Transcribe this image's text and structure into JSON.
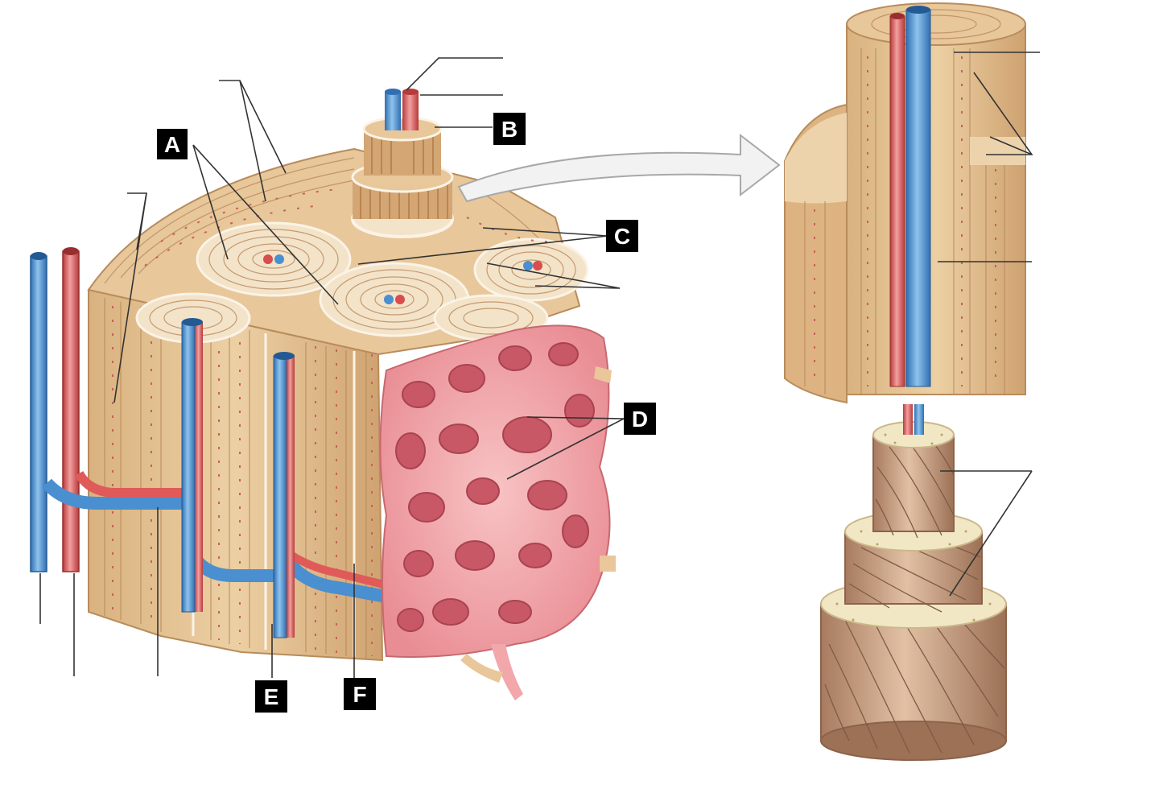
{
  "diagram": {
    "labels": [
      "A",
      "B",
      "C",
      "D",
      "E",
      "F"
    ],
    "colors": {
      "bone": "#e2bd8c",
      "bone_dark": "#c89b66",
      "lamella": "#fbf3e6",
      "vein": "#4a8fcf",
      "artery": "#e05a5a",
      "spongy": "#f2a7ab",
      "spongy_dark": "#c85865"
    }
  }
}
